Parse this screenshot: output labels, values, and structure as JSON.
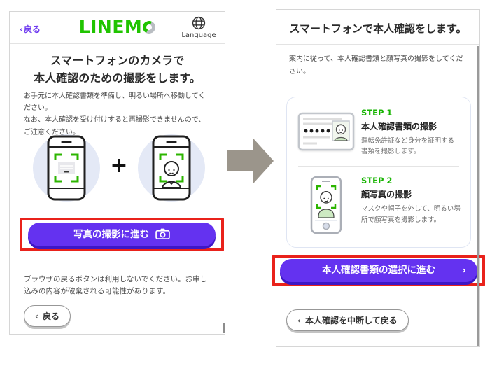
{
  "icons": {
    "chevron_left": "‹",
    "chevron_right": "›",
    "plus": "+"
  },
  "left_screen": {
    "back_link_label": "戻る",
    "logo_text": "LINEM",
    "logo_full": "LINEMO",
    "language_label": "Language",
    "title_line1": "スマートフォンのカメラで",
    "title_line2": "本人確認のための撮影をします。",
    "description_1": "お手元に本人確認書類を準備し、明るい場所へ移動してください。",
    "description_2": "なお、本人確認を受け付けすると再撮影できませんので、ご注意ください。",
    "primary_button_label": "写真の撮影に進む",
    "warning_text": "ブラウザの戻るボタンは利用しないでください。お申し込みの内容が破棄される可能性があります。",
    "back_button_label": "戻る"
  },
  "right_screen": {
    "title": "スマートフォンで本人確認をします。",
    "description": "案内に従って、本人確認書類と顔写真の撮影をしてください。",
    "steps": [
      {
        "label": "STEP 1",
        "title": "本人確認書類の撮影",
        "description": "運転免許証など身分を証明する書類を撮影します。"
      },
      {
        "label": "STEP 2",
        "title": "顔写真の撮影",
        "description": "マスクや帽子を外して、明るい場所で顔写真を撮影します。"
      }
    ],
    "primary_button_label": "本人確認書類の選択に進む",
    "back_button_label": "本人確認を中断して戻る"
  },
  "colors": {
    "accent_purple": "#6432f0",
    "accent_purple_dark": "#3d17c6",
    "highlight_red": "#e9221b",
    "brand_green": "#20c400",
    "step_green": "#16b400",
    "bracket_green": "#2cb500",
    "arrow_gray": "#9b958b"
  }
}
